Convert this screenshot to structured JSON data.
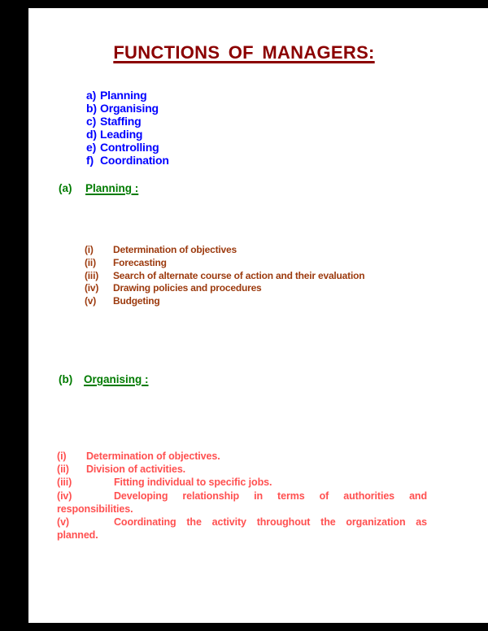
{
  "document": {
    "title": "FUNCTIONS OF MANAGERS:",
    "functions_list": {
      "items": [
        {
          "marker": "a)",
          "label": "Planning"
        },
        {
          "marker": "b)",
          "label": "Organising"
        },
        {
          "marker": "c)",
          "label": "Staffing"
        },
        {
          "marker": "d)",
          "label": "Leading"
        },
        {
          "marker": "e)",
          "label": "Controlling"
        },
        {
          "marker": "f)",
          "label": "Coordination"
        }
      ]
    },
    "section_planning": {
      "marker": "(a)",
      "heading": "Planning :",
      "items": [
        {
          "marker": "(i)",
          "text": "Determination of objectives"
        },
        {
          "marker": "(ii)",
          "text": "Forecasting"
        },
        {
          "marker": "(iii)",
          "text": "Search of alternate course of action and their evaluation"
        },
        {
          "marker": "(iv)",
          "text": "Drawing policies and procedures"
        },
        {
          "marker": "(v)",
          "text": "Budgeting"
        }
      ]
    },
    "section_organising": {
      "marker": "(b)",
      "heading": "Organising :",
      "items": [
        {
          "marker": "(i)",
          "text": "Determination of objectives."
        },
        {
          "marker": "(ii)",
          "text": "Division of activities."
        },
        {
          "marker": "(iii)",
          "text": "Fitting individual to specific jobs."
        },
        {
          "marker": "(iv)",
          "line1": "Developing relationship in terms of authorities and",
          "line2": "responsibilities."
        },
        {
          "marker": "(v)",
          "line1": "Coordinating the activity throughout the organization as",
          "line2": "planned."
        }
      ]
    },
    "colors": {
      "outer_background": "#000000",
      "page_background": "#FFFFFF",
      "title": "#8B0000",
      "functions_list": "#0000FF",
      "section_heading": "#007B00",
      "planning_items": "#9C3A0E",
      "organising_items": "#FF5050"
    }
  }
}
